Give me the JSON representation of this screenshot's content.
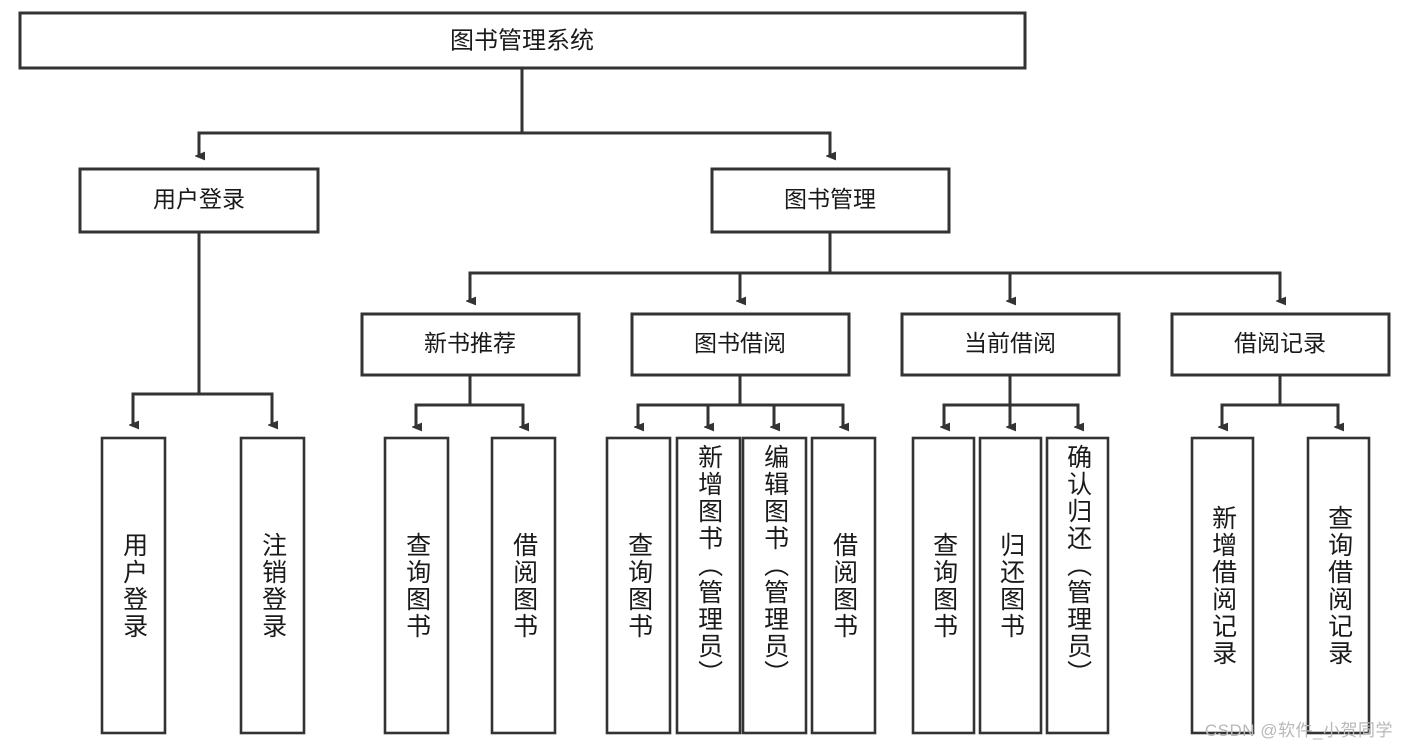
{
  "diagram": {
    "type": "hierarchy-tree",
    "title": "图书管理系统",
    "watermark": "CSDN @软件_小贺同学",
    "level2": {
      "user_login": "用户登录",
      "book_manage": "图书管理"
    },
    "level3": {
      "new_book_recommend": "新书推荐",
      "book_borrow": "图书借阅",
      "current_borrow": "当前借阅",
      "borrow_record": "借阅记录"
    },
    "leaves": {
      "user_login": [
        "用户登录",
        "注销登录"
      ],
      "new_book_recommend": [
        "查询图书",
        "借阅图书"
      ],
      "book_borrow": [
        "查询图书",
        "新增图书（管理员）",
        "编辑图书（管理员）",
        "借阅图书"
      ],
      "current_borrow": [
        "查询图书",
        "归还图书",
        "确认归还（管理员）"
      ],
      "borrow_record": [
        "新增借阅记录",
        "查询借阅记录"
      ]
    },
    "colors": {
      "stroke": "#333333",
      "fill": "#ffffff",
      "text": "#1a1a1a",
      "watermark": "#b8b8b8"
    }
  }
}
